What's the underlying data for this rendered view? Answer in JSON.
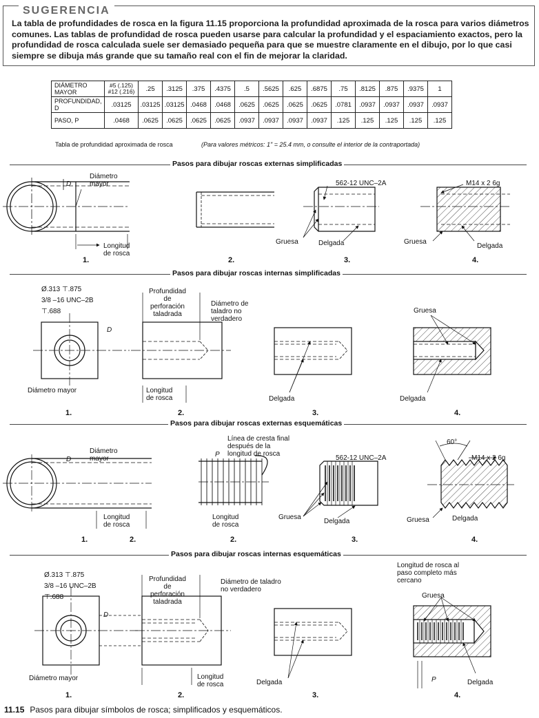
{
  "tip": {
    "title": "SUGERENCIA",
    "text": "La tabla de profundidades de rosca en la figura 11.15 proporciona la profundidad aproximada de la rosca para varios diámetros comunes. Las tablas de profundidad de rosca pueden usarse para calcular la profundidad y el espaciamiento exactos, pero la profundidad de rosca calculada suele ser demasiado pequeña para que se muestre claramente en el dibujo, por lo que casi siempre se dibuja más grande que su tamaño real con el fin de mejorar la claridad."
  },
  "table": {
    "rows": [
      [
        "DIÁMETRO MAYOR",
        "#5 (.125) #12 (.216)",
        ".25",
        ".3125",
        ".375",
        ".4375",
        ".5",
        ".5625",
        ".625",
        ".6875",
        ".75",
        ".8125",
        ".875",
        ".9375",
        "1"
      ],
      [
        "PROFUNDIDAD, D",
        ".03125",
        ".03125",
        ".03125",
        ".0468",
        ".0468",
        ".0625",
        ".0625",
        ".0625",
        ".0625",
        ".0781",
        ".0937",
        ".0937",
        ".0937",
        ".0937"
      ],
      [
        "PASO, P",
        ".0468",
        ".0625",
        ".0625",
        ".0625",
        ".0625",
        ".0937",
        ".0937",
        ".0937",
        ".0937",
        ".125",
        ".125",
        ".125",
        ".125",
        ".125"
      ]
    ],
    "caption": "Tabla de profundidad aproximada de rosca",
    "note": "(Para valores métricos: 1\" = 25.4 mm, o consulte el interior de la contraportada)"
  },
  "sections": {
    "s1": "Pasos para dibujar roscas externas simplificadas",
    "s2": "Pasos para dibujar roscas internas simplificadas",
    "s3": "Pasos para dibujar roscas externas esquemáticas",
    "s4": "Pasos para dibujar roscas internas esquemáticas"
  },
  "labels": {
    "d": "D",
    "p": "P",
    "diametro_mayor_2l": "Diámetro\nmayor",
    "diametro_mayor": "Diámetro mayor",
    "longitud_rosca_2l": "Longitud\nde rosca",
    "longitud_rosca_dash": "Longitud\nde rosca",
    "gruesa": "Gruesa",
    "delgada": "Delgada",
    "spec_unc2a": "562-12 UNC–2A",
    "spec_m14": "M14 x 2 6g",
    "spec_hole_1": "Ø.313  ⊤.875",
    "spec_hole_2": "3/8 –16 UNC–2B",
    "spec_hole_3": "⊤.688",
    "profundidad": "Profundidad\nde\nperforación\ntaladrada",
    "diametro_taladro_s2": "Diámetro de\ntaladro no\nverdadero",
    "diametro_taladro_s4": "Diámetro de taladro\nno verdadero",
    "linea_cresta": "Línea de cresta final\ndespués de la\nlongitud de rosca",
    "angle": "60°",
    "longitud_paso": "Longitud de rosca al\npaso completo más\ncercano"
  },
  "steps": [
    "1.",
    "2.",
    "3.",
    "4."
  ],
  "figure": {
    "number": "11.15",
    "caption": "Pasos para dibujar símbolos de rosca; simplificados y esquemáticos."
  }
}
